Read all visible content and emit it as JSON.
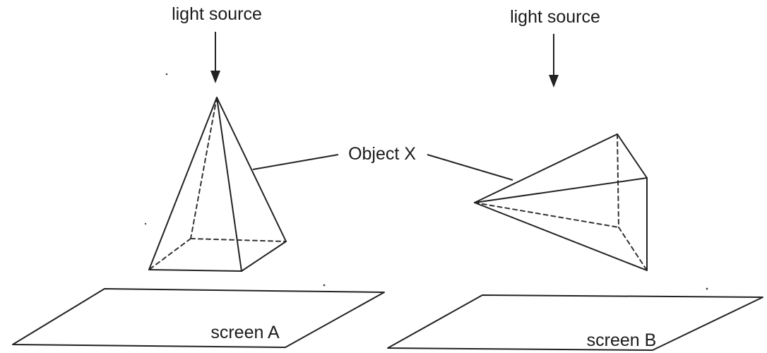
{
  "labels": {
    "light_source_left": "light source",
    "light_source_right": "light source",
    "object": "Object X",
    "screen_a": "screen A",
    "screen_b": "screen B"
  },
  "colors": {
    "line": "#222222",
    "background": "#ffffff"
  }
}
